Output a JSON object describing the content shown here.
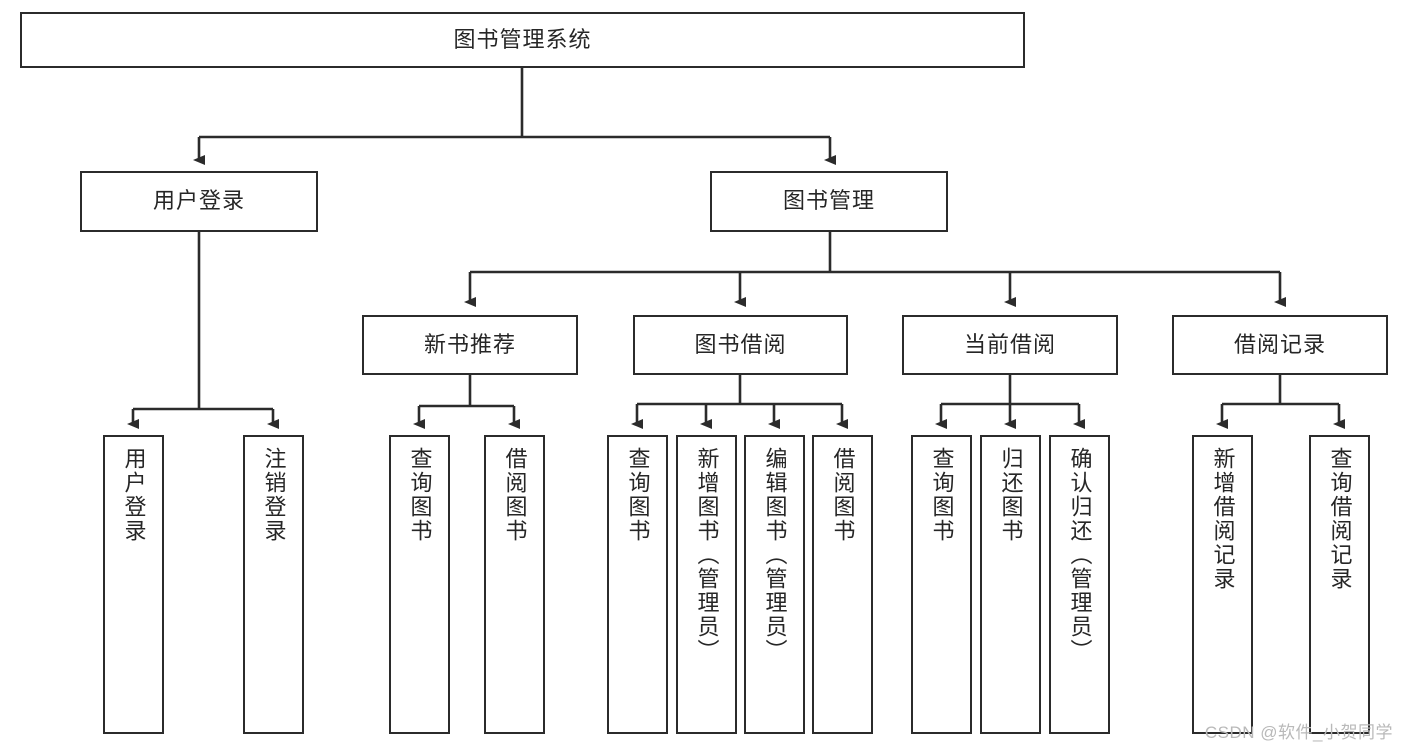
{
  "diagram": {
    "title": "图书管理系统",
    "root": {
      "label": "图书管理系统"
    },
    "level2": [
      {
        "label": "用户登录"
      },
      {
        "label": "图书管理"
      }
    ],
    "level3": [
      {
        "label": "新书推荐"
      },
      {
        "label": "图书借阅"
      },
      {
        "label": "当前借阅"
      },
      {
        "label": "借阅记录"
      }
    ],
    "leaves": {
      "user_login": [
        {
          "label": "用户登录"
        },
        {
          "label": "注销登录"
        }
      ],
      "new_book_recommend": [
        {
          "label": "查询图书"
        },
        {
          "label": "借阅图书"
        }
      ],
      "book_borrow": [
        {
          "label": "查询图书"
        },
        {
          "label": "新增图书（管理员）"
        },
        {
          "label": "编辑图书（管理员）"
        },
        {
          "label": "借阅图书"
        }
      ],
      "current_borrow": [
        {
          "label": "查询图书"
        },
        {
          "label": "归还图书"
        },
        {
          "label": "确认归还（管理员）"
        }
      ],
      "borrow_record": [
        {
          "label": "新增借阅记录"
        },
        {
          "label": "查询借阅记录"
        }
      ]
    }
  },
  "watermark": {
    "text": "CSDN @软件_小贺同学"
  },
  "colors": {
    "border": "#2b2b2b",
    "text": "#262626",
    "background": "#ffffff",
    "watermark": "#b9b9b9"
  }
}
